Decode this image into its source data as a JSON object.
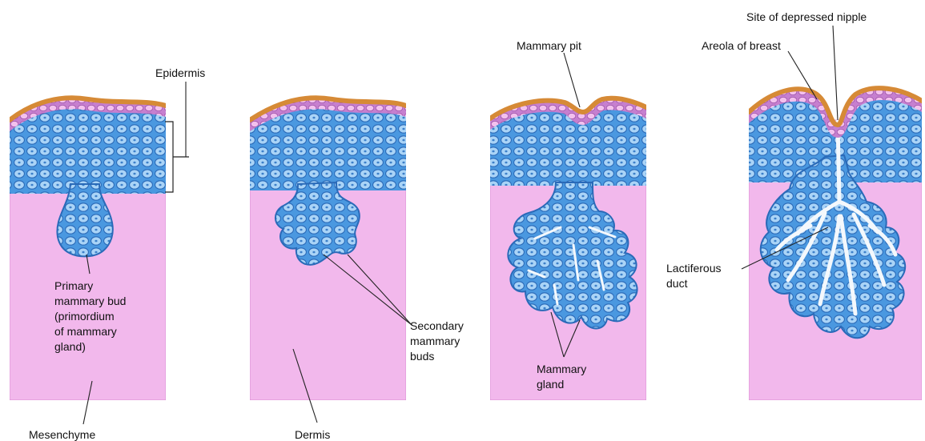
{
  "labels": {
    "epidermis": "Epidermis",
    "primary_bud": [
      "Primary",
      "mammary bud",
      "(primordium",
      "of mammary",
      "gland)"
    ],
    "mesenchyme": "Mesenchyme",
    "secondary_buds": [
      "Secondary",
      "mammary",
      "buds"
    ],
    "dermis": "Dermis",
    "mammary_pit": "Mammary pit",
    "mammary_gland": [
      "Mammary",
      "gland"
    ],
    "depressed_nipple": "Site of depressed nipple",
    "areola": "Areola of breast",
    "lactiferous_duct": [
      "Lactiferous",
      "duct"
    ]
  },
  "colors": {
    "dermis_pink": "#f2b8ec",
    "dermis_edge": "#d98fd3",
    "epithelium_blue": "#4a98e0",
    "cell_light": "#aad4f7",
    "cell_line": "#2a6ab8",
    "surface_orange": "#d68a36",
    "basal_purple": "#b86cc0",
    "duct_lumen": "#f4f8fc"
  }
}
